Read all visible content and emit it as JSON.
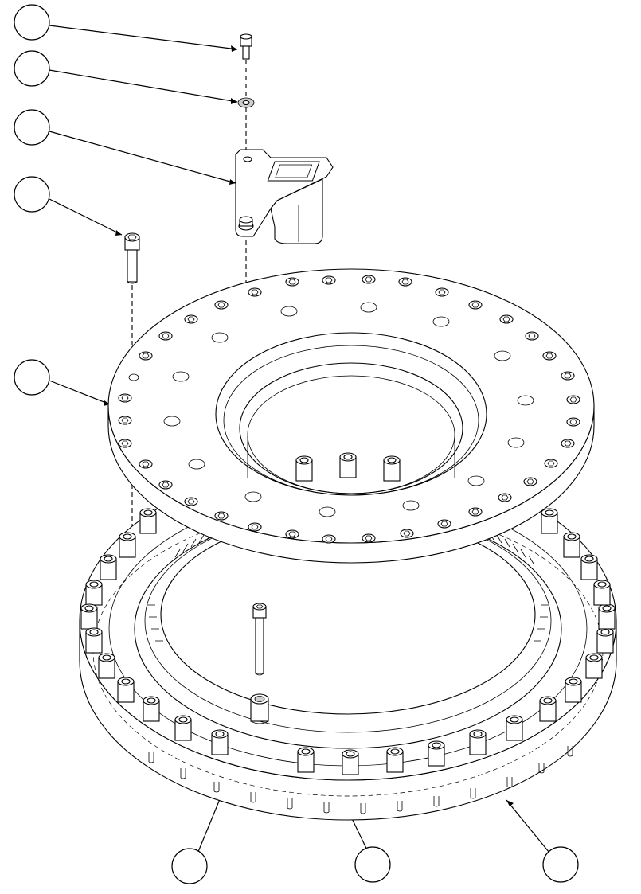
{
  "balloons": [
    {
      "id": "b1",
      "label": ""
    },
    {
      "id": "b2",
      "label": ""
    },
    {
      "id": "b3",
      "label": ""
    },
    {
      "id": "b4",
      "label": ""
    },
    {
      "id": "b5",
      "label": ""
    },
    {
      "id": "b6",
      "label": ""
    },
    {
      "id": "b7",
      "label": ""
    },
    {
      "id": "b8",
      "label": ""
    }
  ],
  "colors": {
    "line": "#000000",
    "background": "#ffffff",
    "shade": "#cfcfcf"
  },
  "parts": [
    "hex-bolt",
    "washer",
    "mounting-bracket",
    "socket-head-cap-screw",
    "top-flange-plate",
    "long-cap-screw",
    "spacer-sleeve",
    "slewing-ring-gear"
  ]
}
